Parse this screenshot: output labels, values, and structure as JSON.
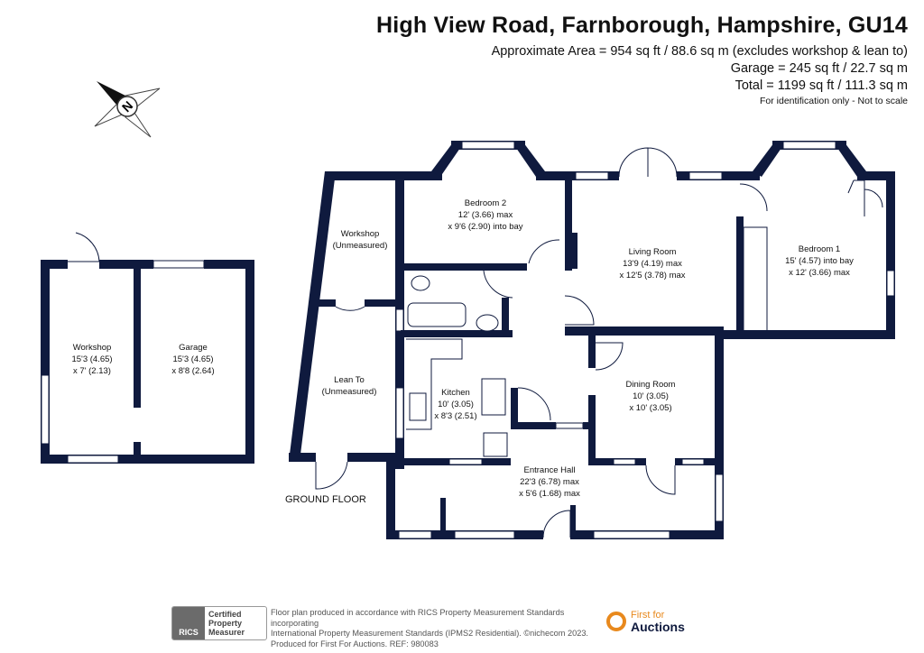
{
  "header": {
    "title": "High View Road, Farnborough, Hampshire, GU14",
    "area_line": "Approximate Area = 954 sq ft / 88.6 sq m (excludes workshop & lean to)",
    "garage_line": "Garage = 245 sq ft / 22.7 sq m",
    "total_line": "Total = 1199 sq ft / 111.3 sq m",
    "note": "For identification only - Not to scale"
  },
  "compass": {
    "letter": "N"
  },
  "rooms": {
    "workshop_out": {
      "name": "Workshop",
      "l2": "15'3 (4.65)",
      "l3": "x 7' (2.13)"
    },
    "garage": {
      "name": "Garage",
      "l2": "15'3 (4.65)",
      "l3": "x 8'8 (2.64)"
    },
    "workshop_in": {
      "name": "Workshop",
      "l2": "(Unmeasured)"
    },
    "lean_to": {
      "name": "Lean To",
      "l2": "(Unmeasured)"
    },
    "bedroom2": {
      "name": "Bedroom 2",
      "l2": "12' (3.66) max",
      "l3": "x 9'6 (2.90) into bay"
    },
    "living": {
      "name": "Living Room",
      "l2": "13'9 (4.19) max",
      "l3": "x 12'5 (3.78) max"
    },
    "bedroom1": {
      "name": "Bedroom 1",
      "l2": "15' (4.57) into bay",
      "l3": "x 12' (3.66) max"
    },
    "kitchen": {
      "name": "Kitchen",
      "l2": "10' (3.05)",
      "l3": "x 8'3 (2.51)"
    },
    "dining": {
      "name": "Dining Room",
      "l2": "10' (3.05)",
      "l3": "x 10' (3.05)"
    },
    "hall": {
      "name": "Entrance Hall",
      "l2": "22'3 (6.78) max",
      "l3": "x 5'6 (1.68) max"
    }
  },
  "floor_label": "GROUND FLOOR",
  "footer": {
    "badge_logo": "RICS",
    "badge_text": "Certified\nProperty\nMeasurer",
    "disclaimer": "Floor plan produced in accordance with RICS Property Measurement Standards incorporating\nInternational Property Measurement Standards (IPMS2 Residential).  ©nichecom 2023.\nProduced for First For Auctions.   REF: 980083",
    "brand_top": "First for",
    "brand_bottom": "Auctions"
  },
  "colors": {
    "wall": "#0f1a3e",
    "brand_orange": "#e8891d"
  }
}
